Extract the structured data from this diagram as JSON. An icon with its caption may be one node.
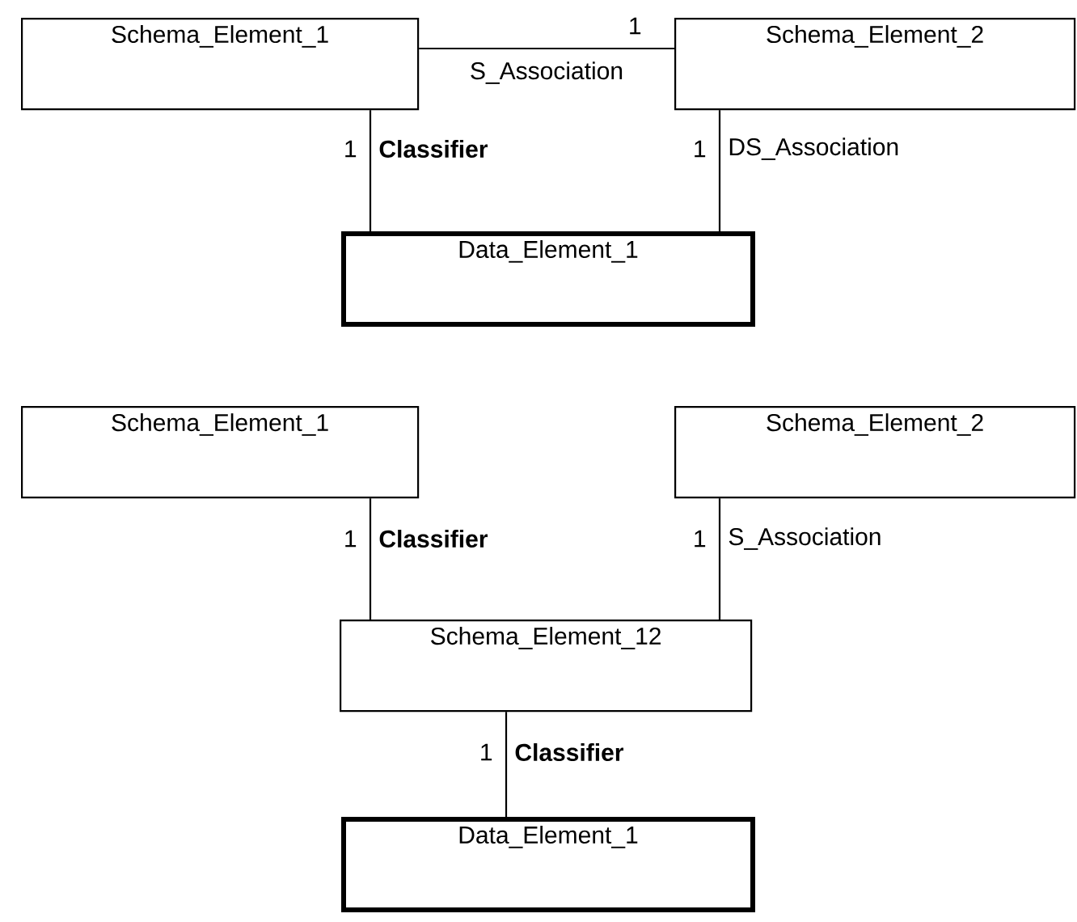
{
  "diagram": {
    "nodes": [
      {
        "text": [
          "Schema_Element_1"
        ]
      },
      {
        "text": [
          "Schema_Element_2"
        ]
      },
      {
        "text": [
          "Data_Element_1"
        ]
      },
      {
        "text": [
          "Schema_Element_1"
        ]
      },
      {
        "text": [
          "Schema_Element_2"
        ]
      },
      {
        "text": [
          "Schema_Element_12"
        ]
      },
      {
        "text": [
          "Data_Element_1"
        ]
      }
    ],
    "edges": [
      {
        "from": 0,
        "to": 1,
        "arrow": "none",
        "label": "S_Association"
      },
      {
        "from": 0,
        "to": 2,
        "arrow": "none",
        "label": "Classifier"
      },
      {
        "from": 1,
        "to": 2,
        "arrow": "none",
        "label": "DS_Association"
      },
      {
        "from": 3,
        "to": 5,
        "arrow": "none",
        "label": "Classifier"
      },
      {
        "from": 4,
        "to": 5,
        "arrow": "none",
        "label": "S_Association"
      },
      {
        "from": 5,
        "to": 6,
        "arrow": "none",
        "label": "Classifier"
      }
    ],
    "labels": [
      "1",
      "1",
      "1",
      "1",
      "1",
      "1"
    ]
  }
}
